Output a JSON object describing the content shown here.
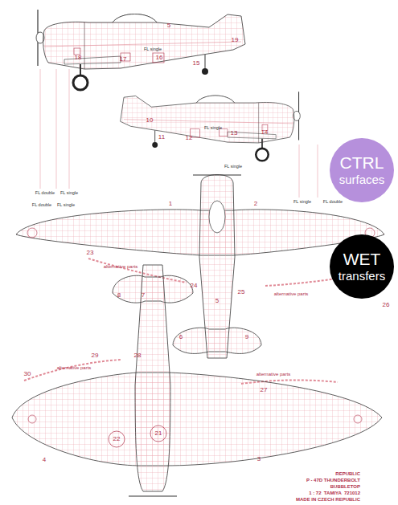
{
  "diagram": {
    "nodes": [
      {
        "text": [
          "CTRL",
          "surfaces"
        ]
      },
      {
        "text": [
          "WET",
          "transfers"
        ]
      }
    ],
    "labels": [
      "5",
      "19",
      "18",
      "FL single",
      "17",
      "16",
      "15",
      "FL double",
      "FL single",
      "FL double",
      "FL single",
      "10",
      "11",
      "12",
      "FL single",
      "13",
      "14",
      "FL single",
      "FL single",
      "FL double",
      "1",
      "2",
      "23",
      "alternative parts",
      "24",
      "25",
      "alternative parts",
      "26",
      "8",
      "7",
      "5",
      "6",
      "9",
      "29",
      "28",
      "alternative parts",
      "30",
      "alternative parts",
      "27",
      "22",
      "21",
      "4",
      "3",
      "REPUBLIC",
      "P - 47D THUNDERBOLT",
      "BUBBLETOP",
      "1 : 72  TAMIYA  721012",
      "MADE IN CZECH REPUBLIC"
    ]
  }
}
